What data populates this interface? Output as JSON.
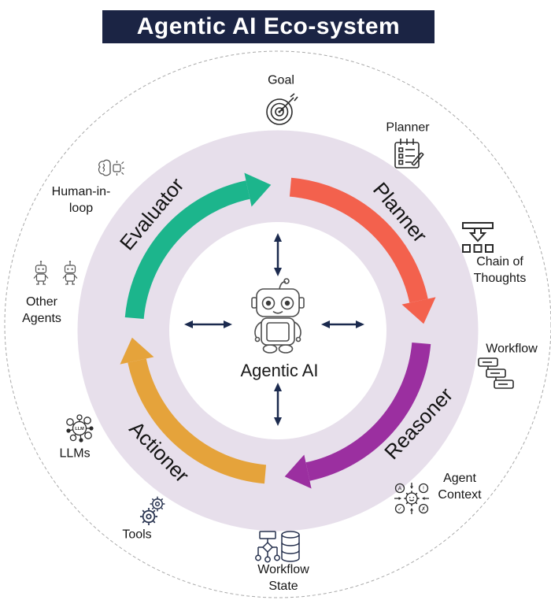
{
  "title": "Agentic AI Eco-system",
  "center": {
    "label": "Agentic AI",
    "icon": "robot-icon"
  },
  "cycle": [
    {
      "id": "evaluator",
      "label": "Evaluator",
      "color": "#1cb58c"
    },
    {
      "id": "planner",
      "label": "Planner",
      "color": "#f3614d"
    },
    {
      "id": "reasoner",
      "label": "Reasoner",
      "color": "#9b2fa0"
    },
    {
      "id": "actioner",
      "label": "Actioner",
      "color": "#e5a33b"
    }
  ],
  "satellites": [
    {
      "id": "goal",
      "label": "Goal",
      "lines": [
        "Goal"
      ],
      "icon": "target-dart-icon"
    },
    {
      "id": "planner-tool",
      "label": "Planner",
      "lines": [
        "Planner"
      ],
      "icon": "notepad-icon"
    },
    {
      "id": "chain-of-thoughts",
      "label": "Chain of Thoughts",
      "lines": [
        "Chain of",
        "Thoughts"
      ],
      "icon": "flow-split-icon"
    },
    {
      "id": "workflow",
      "label": "Workflow",
      "lines": [
        "Workflow"
      ],
      "icon": "cascade-steps-icon"
    },
    {
      "id": "agent-context",
      "label": "Agent Context",
      "lines": [
        "Agent",
        "Context"
      ],
      "icon": "gear-network-icon"
    },
    {
      "id": "workflow-state",
      "label": "Workflow State",
      "lines": [
        "Workflow",
        "State"
      ],
      "icon": "flowchart-database-icon"
    },
    {
      "id": "tools",
      "label": "Tools",
      "lines": [
        "Tools"
      ],
      "icon": "gears-icon"
    },
    {
      "id": "llms",
      "label": "LLMs",
      "lines": [
        "LLMs"
      ],
      "icon": "llm-network-icon"
    },
    {
      "id": "other-agents",
      "label": "Other Agents",
      "lines": [
        "Other",
        "Agents"
      ],
      "icon": "robots-icon"
    },
    {
      "id": "human-in-loop",
      "label": "Human-in-loop",
      "lines": [
        "Human-in-",
        "loop"
      ],
      "icon": "brain-chip-icon"
    }
  ],
  "icons": {
    "llm_badge": "LLM",
    "agent_context_marks": [
      "A",
      "!",
      "✓",
      "✗"
    ]
  },
  "colors": {
    "title_bg": "#1b2444",
    "title_text": "#ffffff",
    "ring": "#e7dfeb",
    "outer_circle_border": "#a9a9a9",
    "center_bg": "#ffffff",
    "navy_arrows": "#1b2a4e",
    "label_text": "#161616"
  }
}
